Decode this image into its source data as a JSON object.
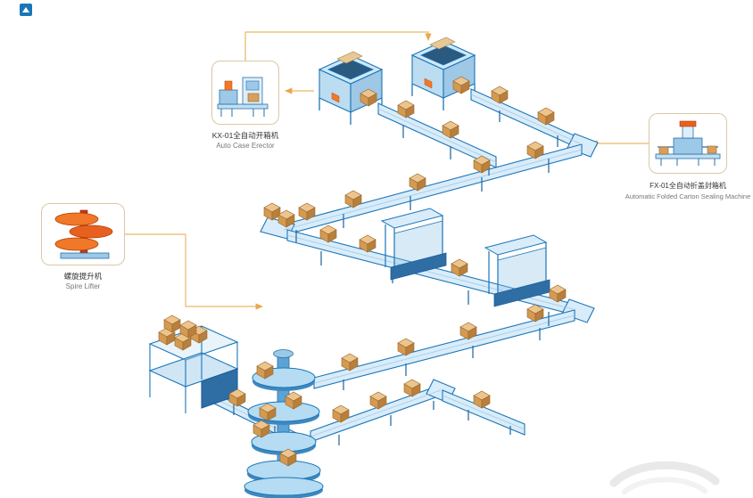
{
  "callouts": {
    "case_erector": {
      "label_zh": "KX-01全自动开箱机",
      "label_en": "Auto Case Erector"
    },
    "carton_sealer": {
      "label_zh": "FX-01全自动折盖封箱机",
      "label_en": "Automatic Folded Carton Sealing Machine"
    },
    "spire_lifter": {
      "label_zh": "螺旋提升机",
      "label_en": "Spire Lifter"
    }
  },
  "colors": {
    "conveyor_blue": "#1b76b8",
    "conveyor_fill": "#d9ecf9",
    "carton_tan": "#d9a05b",
    "connector_orange": "#eab868",
    "spiral_machine_orange": "#f07828",
    "dark_machine_blue": "#2f6da5"
  }
}
